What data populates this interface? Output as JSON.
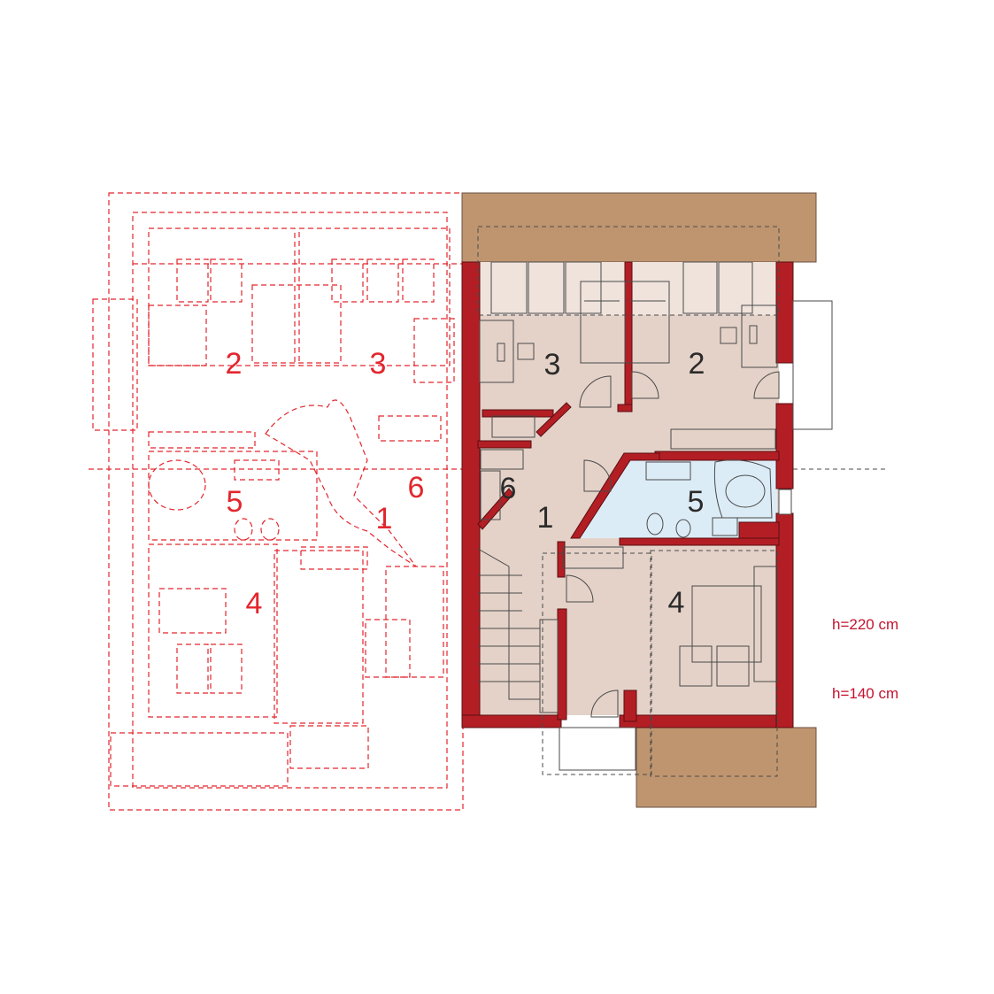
{
  "colors": {
    "wall": "#b21e24",
    "floor": "#e4d2c8",
    "bathroom": "#dcecf7",
    "roof": "#bf9570",
    "ghost": "#e3262d",
    "label_dark": "#2b2b2b",
    "height_label": "#c4122f"
  },
  "ghost_plan": {
    "rooms": [
      {
        "id": "g2",
        "label": "2"
      },
      {
        "id": "g3",
        "label": "3"
      },
      {
        "id": "g5",
        "label": "5"
      },
      {
        "id": "g6",
        "label": "6"
      },
      {
        "id": "g1",
        "label": "1"
      },
      {
        "id": "g4",
        "label": "4"
      }
    ]
  },
  "main_plan": {
    "rooms": [
      {
        "id": "r3",
        "label": "3"
      },
      {
        "id": "r2",
        "label": "2"
      },
      {
        "id": "r6",
        "label": "6"
      },
      {
        "id": "r1",
        "label": "1"
      },
      {
        "id": "r5",
        "label": "5"
      },
      {
        "id": "r4",
        "label": "4"
      }
    ]
  },
  "height_markers": [
    {
      "label": "h=220 cm"
    },
    {
      "label": "h=140 cm"
    }
  ]
}
